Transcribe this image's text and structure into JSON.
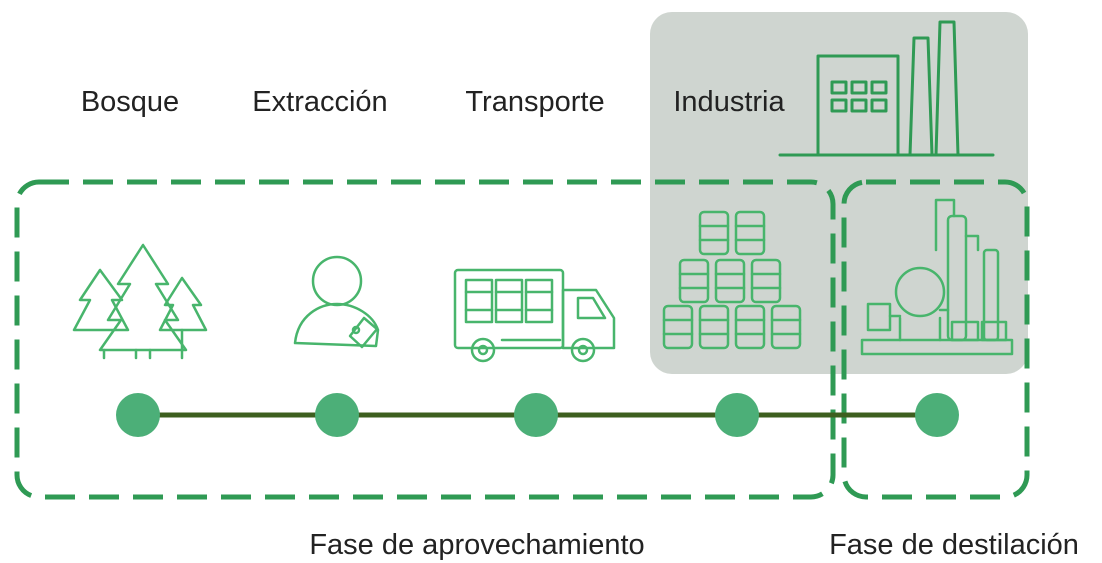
{
  "stages": [
    {
      "label": "Bosque",
      "icon": "forest-icon"
    },
    {
      "label": "Extracción",
      "icon": "worker-icon"
    },
    {
      "label": "Transporte",
      "icon": "truck-icon"
    },
    {
      "label": "Industria",
      "icon": "factory-icon"
    },
    {
      "icon": "distillery-icon"
    }
  ],
  "phases": [
    {
      "label": "Fase de aprovechamiento"
    },
    {
      "label": "Fase de destilación"
    }
  ],
  "colors": {
    "accent": "#4caf78",
    "timeline": "#3d5f1f",
    "dash": "#2f9a54",
    "icon": "#48b56c",
    "highlight": "#cfd5d0"
  }
}
